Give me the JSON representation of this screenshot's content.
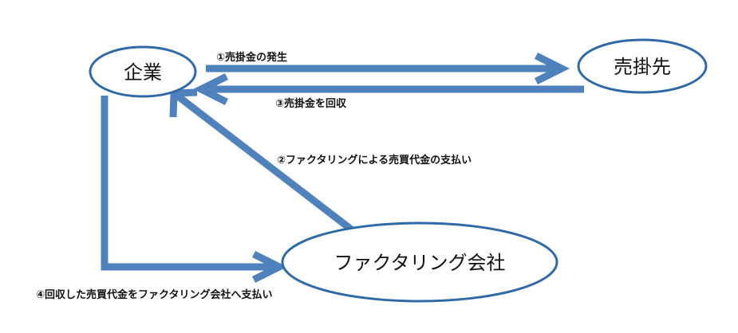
{
  "colors": {
    "arrow": "#4f81bd",
    "node_outline": "#2f6aa6",
    "node_fill": "#ffffff",
    "text": "#111111"
  },
  "nodes": {
    "company": {
      "label": "企業"
    },
    "customer": {
      "label": "売掛先"
    },
    "factoring_company": {
      "label": "ファクタリング会社"
    }
  },
  "edges": {
    "step1": {
      "label": "①売掛金の発生"
    },
    "step2": {
      "label": "②ファクタリングによる売買代金の支払い"
    },
    "step3": {
      "label": "③売掛金を回収"
    },
    "step4": {
      "label": "④回収した売買代金をファクタリング会社へ支払い"
    }
  }
}
